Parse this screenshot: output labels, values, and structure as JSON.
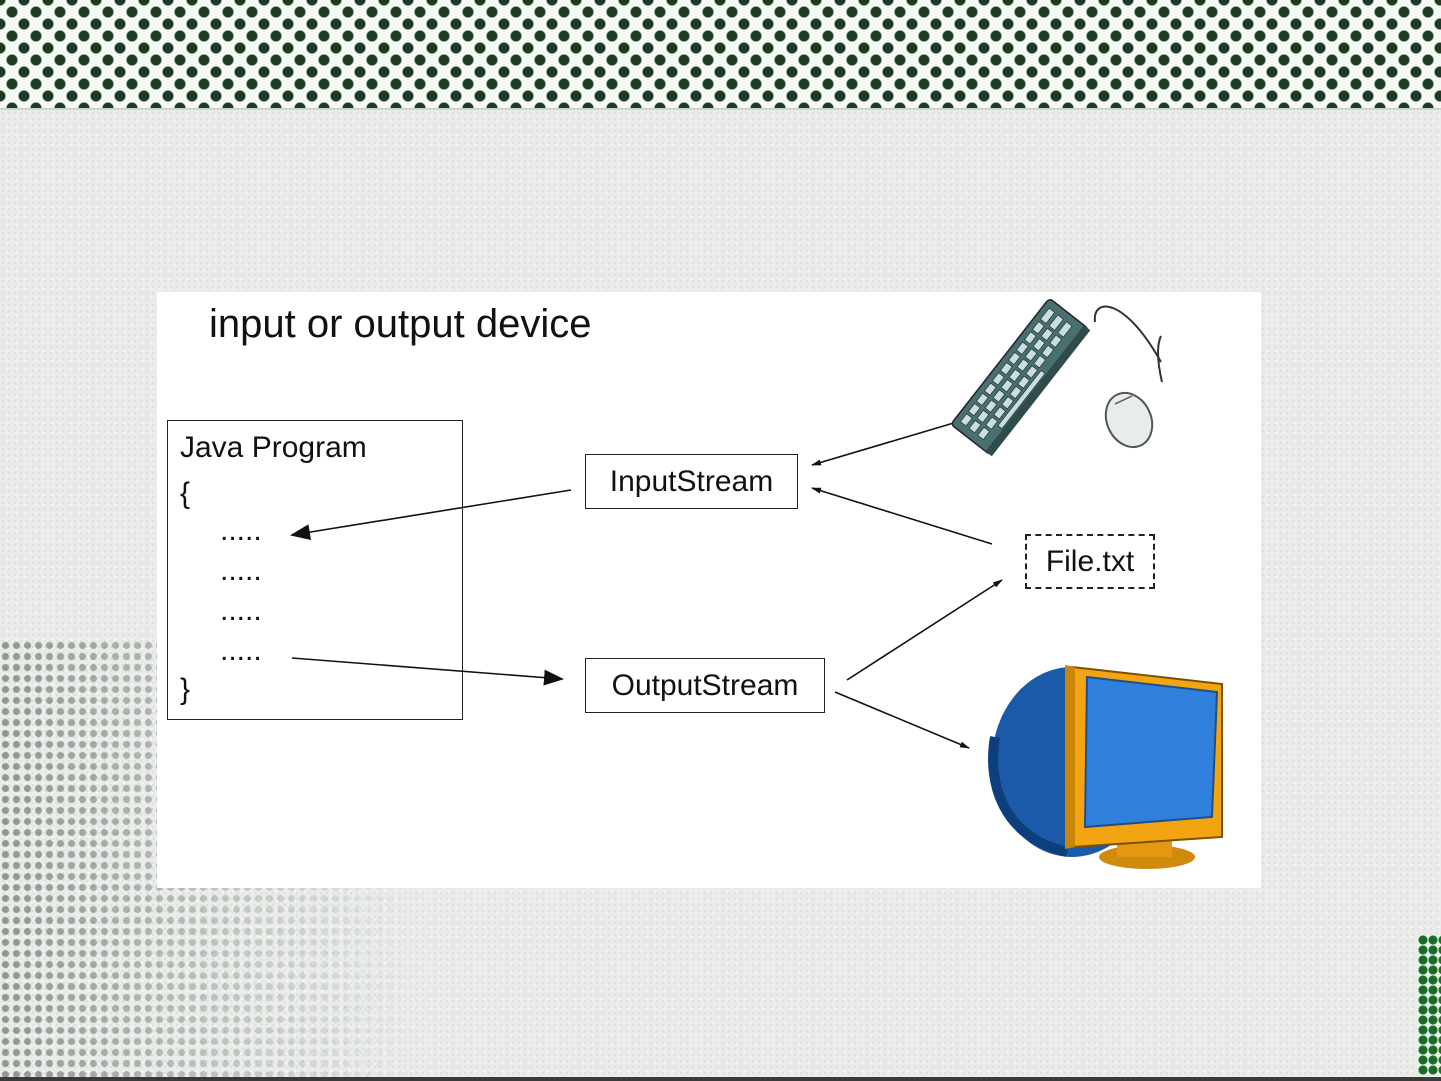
{
  "heading": "input or output device",
  "program": {
    "title": "Java Program",
    "open_brace": "{",
    "lines": [
      ".....",
      ".....",
      ".....",
      "....."
    ],
    "close_brace": "}"
  },
  "input_stream_label": "InputStream",
  "output_stream_label": "OutputStream",
  "file_label": "File.txt",
  "icons": {
    "keyboard": "keyboard-mouse-icon",
    "monitor": "monitor-icon"
  },
  "colors": {
    "keyboard": "#4d7878",
    "monitor_frame": "#f2a413",
    "monitor_screen": "#2f7fdd",
    "monitor_back": "#1b5aa8",
    "top_border": "#1f3b24"
  }
}
